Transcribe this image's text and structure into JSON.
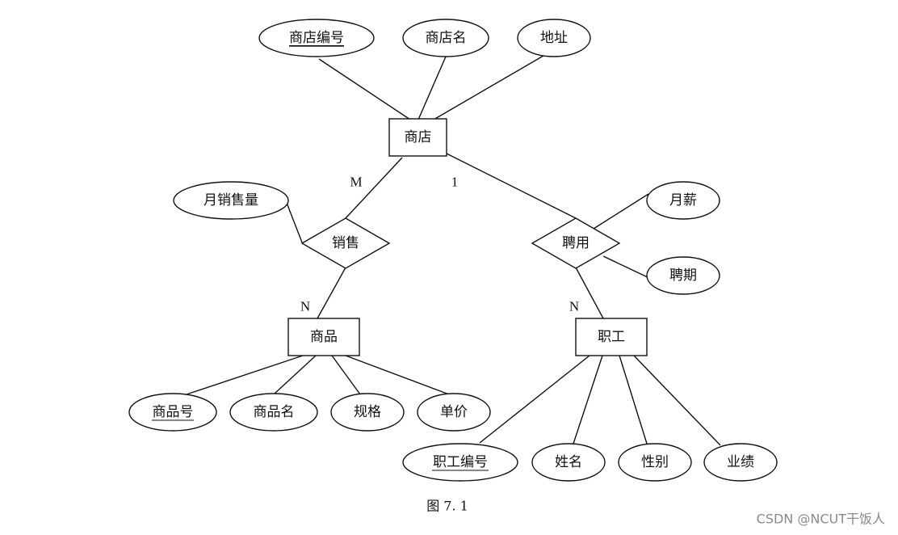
{
  "entities": {
    "store": "商店",
    "product": "商品",
    "employee": "职工"
  },
  "relationships": {
    "sell": "销售",
    "hire": "聘用"
  },
  "attributes": {
    "store_id": "商店编号",
    "store_name": "商店名",
    "address": "地址",
    "monthly_sales": "月销售量",
    "monthly_salary": "月薪",
    "hire_term": "聘期",
    "product_id": "商品号",
    "product_name": "商品名",
    "spec": "规格",
    "unit_price": "单价",
    "employee_id": "职工编号",
    "name": "姓名",
    "gender": "性别",
    "performance": "业绩"
  },
  "cardinalities": {
    "store_sell": "M",
    "store_hire": "1",
    "product_sell": "N",
    "employee_hire": "N"
  },
  "caption": "图 7. 1",
  "watermark": "CSDN @NCUT干饭人"
}
